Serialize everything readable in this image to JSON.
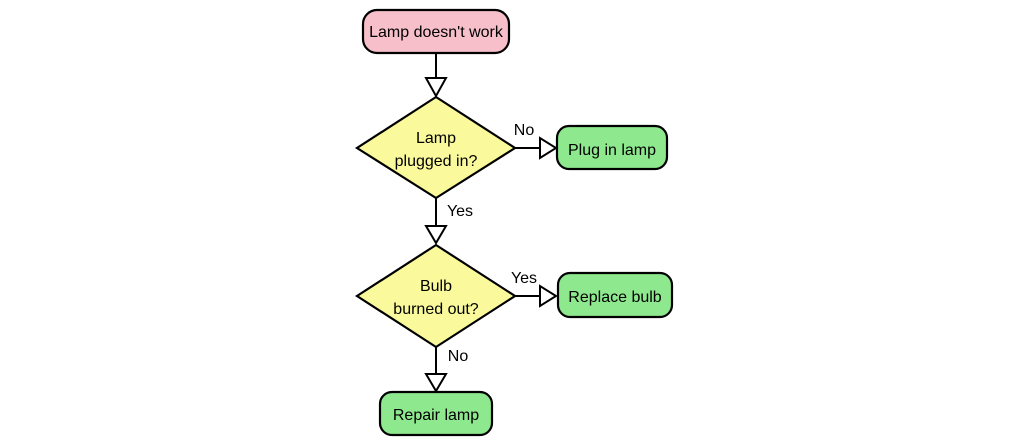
{
  "diagram": {
    "type": "flowchart",
    "background": "#ffffff",
    "colors": {
      "start_fill": "#F6BFC9",
      "decision_fill": "#FAFA9C",
      "action_fill": "#8EE98E",
      "stroke": "#000000",
      "text": "#000000",
      "arrowhead_fill": "#FFFFFF"
    },
    "nodes": {
      "start": {
        "shape": "rounded-rect",
        "label": "Lamp doesn't work"
      },
      "decision_plugged": {
        "shape": "diamond",
        "label_line1": "Lamp",
        "label_line2": "plugged in?"
      },
      "action_plug": {
        "shape": "rounded-rect",
        "label": "Plug in lamp"
      },
      "decision_bulb": {
        "shape": "diamond",
        "label_line1": "Bulb",
        "label_line2": "burned out?"
      },
      "action_replace": {
        "shape": "rounded-rect",
        "label": "Replace bulb"
      },
      "action_repair": {
        "shape": "rounded-rect",
        "label": "Repair lamp"
      }
    },
    "edges": {
      "plugged_no": {
        "label": "No"
      },
      "plugged_yes": {
        "label": "Yes"
      },
      "bulb_yes": {
        "label": "Yes"
      },
      "bulb_no": {
        "label": "No"
      }
    }
  }
}
